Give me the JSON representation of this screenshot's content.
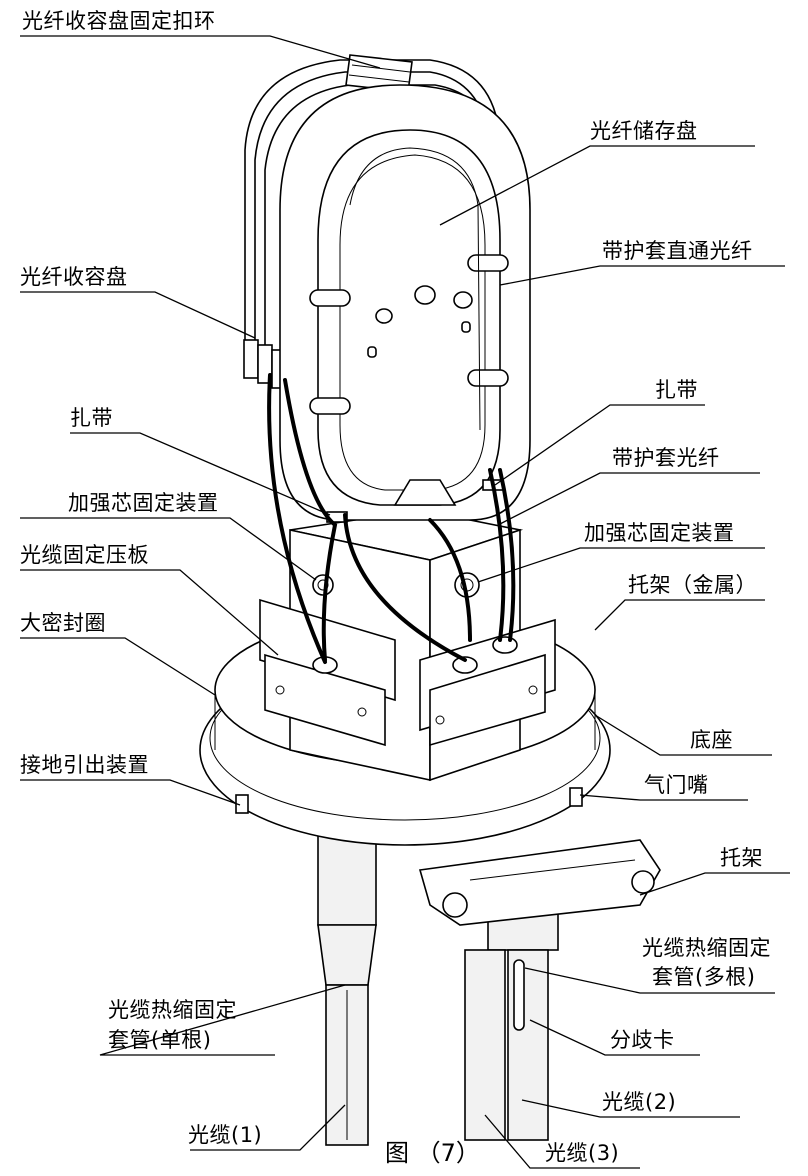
{
  "figure": {
    "caption": "图 （7）",
    "labels": {
      "tray_clip": "光纤收容盘固定扣环",
      "storage_tray": "光纤储存盘",
      "sheathed_through_fiber": "带护套直通光纤",
      "splice_tray": "光纤收容盘",
      "tie_right": "扎带",
      "tie_left": "扎带",
      "sheathed_fiber": "带护套光纤",
      "strength_core_left": "加强芯固定装置",
      "strength_core_right": "加强芯固定装置",
      "cable_clamp_plate": "光缆固定压板",
      "bracket_metal": "托架（金属）",
      "large_seal_ring": "大密封圈",
      "base": "底座",
      "ground_lead": "接地引出装置",
      "valve": "气门嘴",
      "bracket": "托架",
      "heat_shrink_multi_line1": "光缆热缩固定",
      "heat_shrink_multi_line2": "套管(多根)",
      "heat_shrink_single_line1": "光缆热缩固定",
      "heat_shrink_single_line2": "套管(单根)",
      "branch_clip": "分歧卡",
      "cable_2": "光缆(2)",
      "cable_1": "光缆(1)",
      "cable_3": "光缆(3)"
    }
  }
}
